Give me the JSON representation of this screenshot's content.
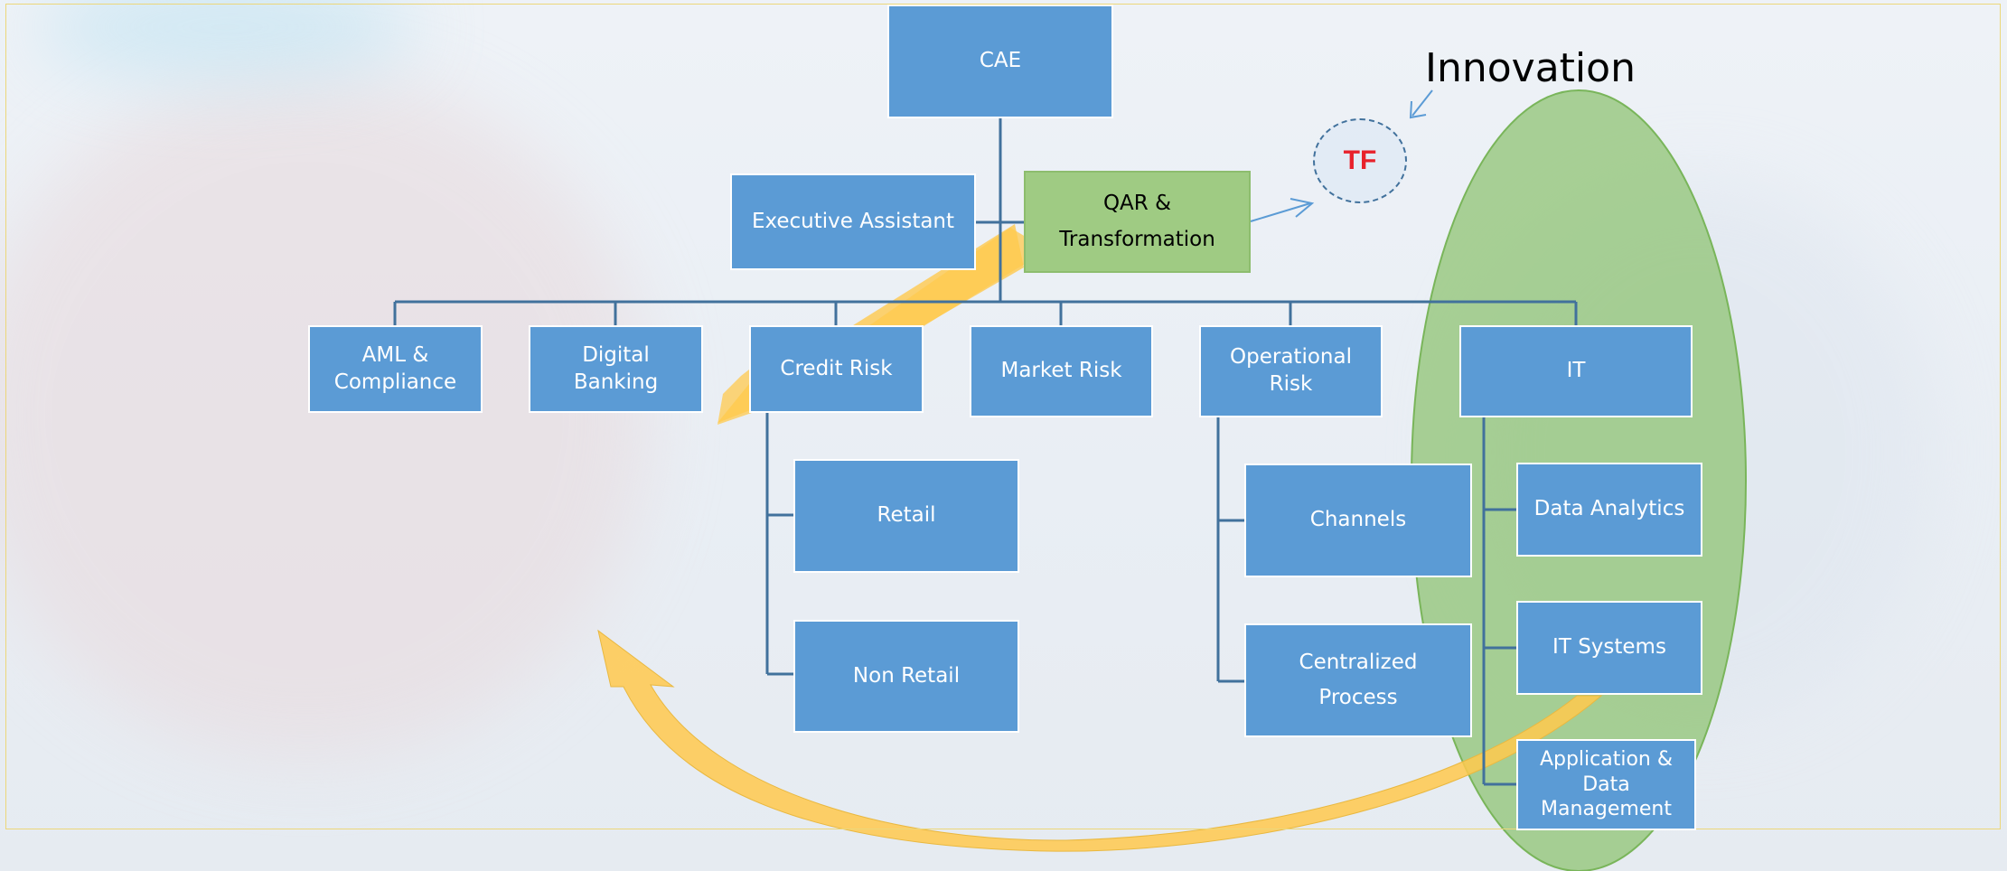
{
  "org_chart": {
    "cae": "CAE",
    "executive_assistant": "Executive Assistant",
    "qar_line1": "QAR &",
    "qar_line2": "Transformation",
    "departments": {
      "aml": "AML & Compliance",
      "digital_banking": "Digital Banking",
      "credit_risk": "Credit Risk",
      "market_risk": "Market Risk",
      "operational_risk": "Operational Risk",
      "it": "IT"
    },
    "credit_risk_children": [
      "Retail",
      "Non Retail"
    ],
    "operational_risk_children": [
      "Channels",
      "Centralized Process"
    ],
    "it_children": [
      "Data Analytics",
      "IT Systems",
      "Application & Data Management"
    ]
  },
  "innovation_label": "Innovation",
  "tf_label": "TF",
  "colors": {
    "box_blue": "#5b9bd5",
    "connector": "#41719c",
    "green_box": "#9fcb83",
    "innovation_oval": "#8cc26f",
    "arrow_gold": "#ffc94d",
    "tf_text": "#e8212b"
  }
}
